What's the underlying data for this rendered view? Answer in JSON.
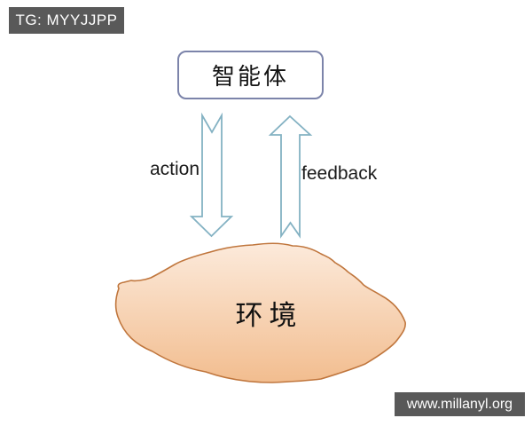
{
  "badges": {
    "telegram": {
      "label": "TG: MYYJJPP",
      "background": "#595959",
      "text_color": "#ffffff"
    },
    "website": {
      "label": "www.millanyl.org",
      "background": "#595959",
      "text_color": "#ffffff"
    }
  },
  "diagram": {
    "agent": {
      "label": "智能体",
      "border_color": "#7c84aa"
    },
    "action_arrow": {
      "label": "action",
      "direction": "down",
      "stroke": "#84b2c3"
    },
    "feedback_arrow": {
      "label": "feedback",
      "direction": "up",
      "stroke": "#84b2c3"
    },
    "environment": {
      "label": "环境",
      "gradient_top": "#fceadb",
      "gradient_bottom": "#f2bd8f",
      "outline": "#c0763d"
    }
  }
}
